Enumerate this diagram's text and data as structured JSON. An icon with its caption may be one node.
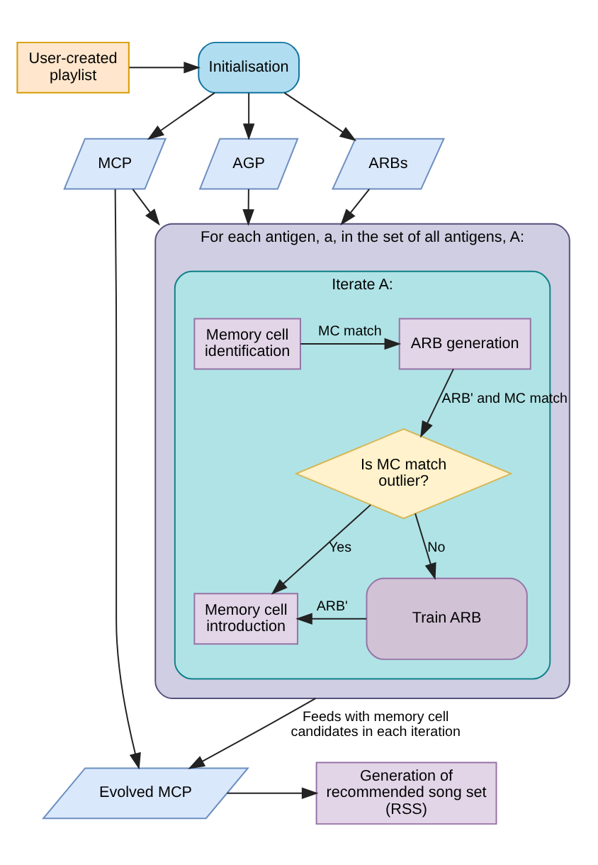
{
  "diagram": {
    "nodes": [
      {
        "text": [
          "User-created playlist"
        ]
      },
      {
        "text": [
          "Initialisation"
        ]
      },
      {
        "text": [
          "MCP"
        ]
      },
      {
        "text": [
          "AGP"
        ]
      },
      {
        "text": [
          "ARBs"
        ]
      },
      {
        "text": [
          "For each antigen, a, in the set of all antigens, A:"
        ]
      },
      {
        "text": [
          "Iterate A:"
        ],
        "in": 5
      },
      {
        "text": [
          "Memory cell identification"
        ],
        "in": 6
      },
      {
        "text": [
          "ARB generation"
        ],
        "in": 6
      },
      {
        "text": [
          "Is MC match outlier?"
        ],
        "in": 6
      },
      {
        "text": [
          "Memory cell introduction"
        ],
        "in": 6
      },
      {
        "text": [
          "Train ARB"
        ],
        "in": 6
      },
      {
        "text": [
          "Evolved MCP"
        ]
      },
      {
        "text": [
          "Generation of recommended song set (RSS)"
        ]
      }
    ],
    "edges": [
      {
        "from": 0,
        "to": 1,
        "arrow": "to"
      },
      {
        "from": 1,
        "to": 2,
        "arrow": "to"
      },
      {
        "from": 1,
        "to": 3,
        "arrow": "to"
      },
      {
        "from": 1,
        "to": 4,
        "arrow": "to"
      },
      {
        "from": 2,
        "to": 5,
        "arrow": "to"
      },
      {
        "from": 3,
        "to": 5,
        "arrow": "to"
      },
      {
        "from": 4,
        "to": 5,
        "arrow": "to"
      },
      {
        "from": 7,
        "to": 8,
        "arrow": "to",
        "label": "MC match"
      },
      {
        "from": 8,
        "to": 9,
        "arrow": "to",
        "label": "ARB' and MC match"
      },
      {
        "from": 9,
        "to": 10,
        "arrow": "to",
        "label": "Yes"
      },
      {
        "from": 9,
        "to": 11,
        "arrow": "to",
        "label": "No"
      },
      {
        "from": 11,
        "to": 10,
        "arrow": "to",
        "label": "ARB'"
      },
      {
        "from": 5,
        "to": 12,
        "arrow": "to",
        "label": "Feeds with memory cell candidates in each iteration"
      },
      {
        "from": 2,
        "to": 12,
        "arrow": "to"
      },
      {
        "from": 12,
        "to": 13,
        "arrow": "to"
      }
    ]
  }
}
